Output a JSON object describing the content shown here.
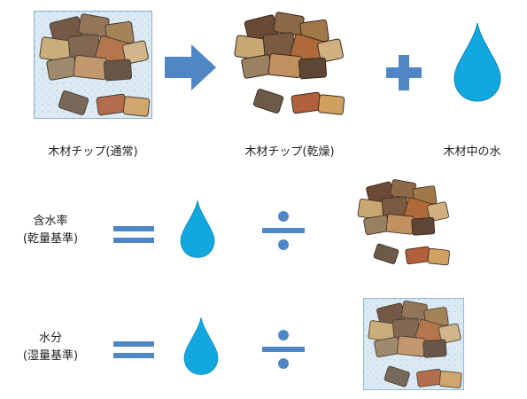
{
  "top_row": {
    "label_wet_chips": "木材チップ(通常)",
    "label_dry_chips": "木材チップ(乾燥)",
    "label_water": "木材中の水"
  },
  "formula_dry_basis": {
    "title": "含水率",
    "subtitle": "(乾量基準)"
  },
  "formula_wet_basis": {
    "title": "水分",
    "subtitle": "(湿量基準)"
  },
  "colors": {
    "symbol_blue": "#4f86c6",
    "water_drop": "#12a8df",
    "wet_background": "#dbeaf3"
  }
}
